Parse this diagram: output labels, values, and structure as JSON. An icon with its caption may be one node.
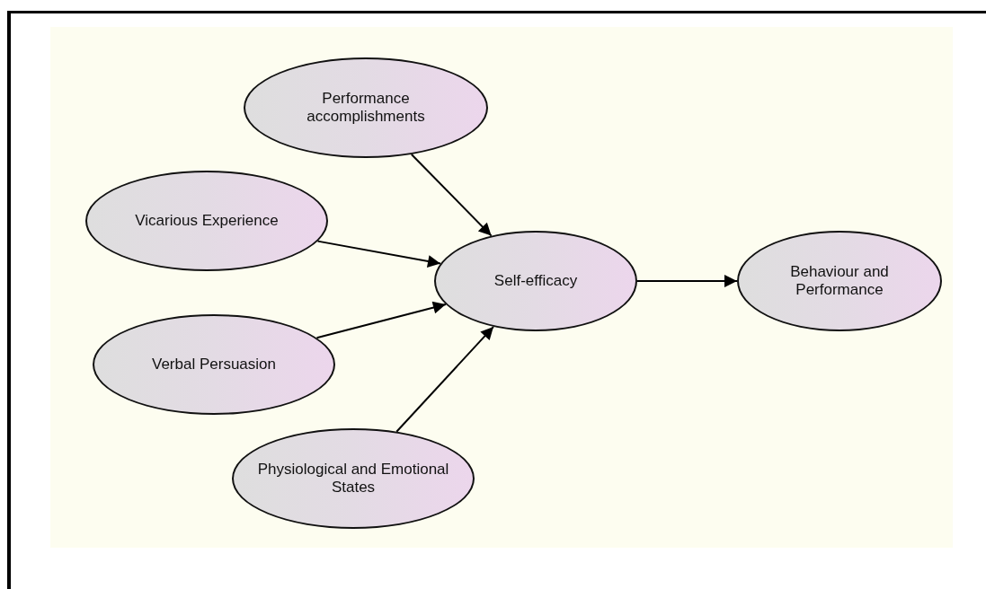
{
  "diagram": {
    "nodes": [
      {
        "text": [
          "Performance accomplishments"
        ]
      },
      {
        "text": [
          "Vicarious Experience"
        ]
      },
      {
        "text": [
          "Self-efficacy"
        ]
      },
      {
        "text": [
          "Behaviour and Performance"
        ]
      },
      {
        "text": [
          "Verbal Persuasion"
        ]
      },
      {
        "text": [
          "Physiological and Emotional States"
        ]
      }
    ],
    "edges": [
      {
        "from": 0,
        "to": 2,
        "arrow": "to"
      },
      {
        "from": 1,
        "to": 2,
        "arrow": "to"
      },
      {
        "from": 4,
        "to": 2,
        "arrow": "to"
      },
      {
        "from": 5,
        "to": 2,
        "arrow": "to"
      },
      {
        "from": 2,
        "to": 3,
        "arrow": "to"
      }
    ]
  }
}
